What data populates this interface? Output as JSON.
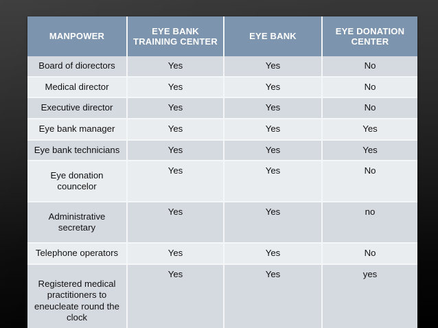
{
  "slide": {
    "background_top_color": "#373737",
    "background_bottom_color": "#000000"
  },
  "table": {
    "header_color": "#7d94ae",
    "header_text_color": "#ffffff",
    "row_color_odd": "#d5d9e0",
    "row_color_even": "#eaedf0",
    "gridline_color": "#f4f6f8",
    "columns": [
      "MANPOWER",
      "EYE BANK TRAINING CENTER",
      "EYE BANK",
      "EYE DONATION CENTER"
    ],
    "rows": [
      {
        "label": "Board of diorectors",
        "values": [
          "Yes",
          "Yes",
          "No"
        ]
      },
      {
        "label": "Medical director",
        "values": [
          "Yes",
          "Yes",
          "No"
        ]
      },
      {
        "label": "Executive director",
        "values": [
          "Yes",
          "Yes",
          "No"
        ]
      },
      {
        "label": "Eye bank manager",
        "values": [
          "Yes",
          "Yes",
          "Yes"
        ]
      },
      {
        "label": "Eye bank technicians",
        "values": [
          "Yes",
          "Yes",
          "Yes"
        ]
      },
      {
        "label": "Eye donation councelor",
        "values": [
          "Yes",
          "Yes",
          "No"
        ]
      },
      {
        "label": "Administrative secretary",
        "values": [
          "Yes",
          "Yes",
          "no"
        ]
      },
      {
        "label": "Telephone operators",
        "values": [
          "Yes",
          "Yes",
          "No"
        ]
      },
      {
        "label": "Registered medical practitioners to eneucleate round the clock",
        "values": [
          "Yes",
          "Yes",
          "yes"
        ]
      }
    ]
  }
}
